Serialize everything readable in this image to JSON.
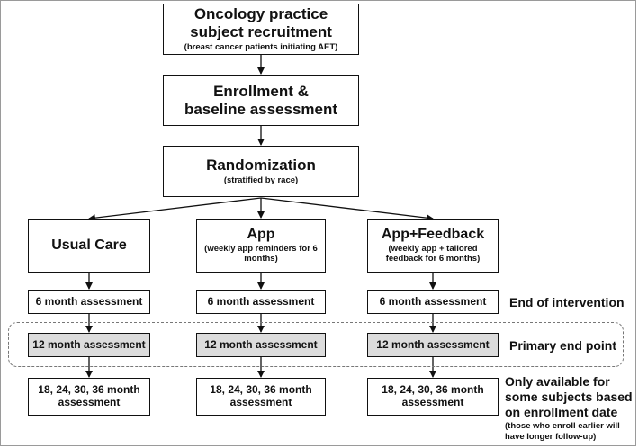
{
  "recruitment": {
    "title": "Oncology practice subject recruitment",
    "subtitle": "(breast cancer patients initiating AET)"
  },
  "enrollment": {
    "title_line1": "Enrollment &",
    "title_line2": "baseline assessment"
  },
  "randomization": {
    "title": "Randomization",
    "subtitle": "(stratified by race)"
  },
  "arms": [
    {
      "title": "Usual Care",
      "subtitle": "",
      "six_month": "6 month assessment",
      "twelve_month": "12 month assessment",
      "later": "18, 24, 30, 36 month assessment"
    },
    {
      "title": "App",
      "subtitle": "(weekly app reminders for 6 months)",
      "six_month": "6 month assessment",
      "twelve_month": "12 month assessment",
      "later": "18, 24, 30, 36 month assessment"
    },
    {
      "title": "App+Feedback",
      "subtitle": "(weekly app + tailored feedback for 6 months)",
      "six_month": "6 month assessment",
      "twelve_month": "12 month assessment",
      "later": "18, 24, 30, 36 month assessment"
    }
  ],
  "labels": {
    "end_of_intervention": "End of intervention",
    "primary_end_point": "Primary end point",
    "only_available": "Only available for some subjects based on enrollment date",
    "only_available_note": "(those who enroll earlier will have longer follow-up)"
  },
  "colors": {
    "box_border": "#111111",
    "shaded_fill": "#dcdcdc",
    "dashed_border": "#777777"
  }
}
